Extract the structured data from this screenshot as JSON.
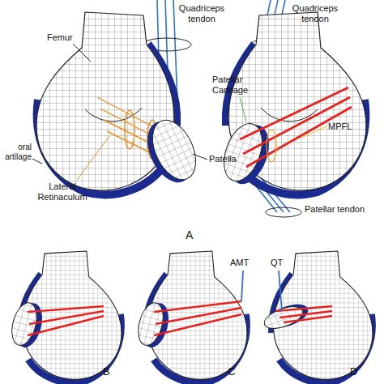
{
  "diagram": {
    "labels": [
      "Quadriceps tendon",
      "Quadriceps tendon",
      "Femur",
      "Patellar Cartilage",
      "oral artilage",
      "Lateral Retinaculum",
      "Patella",
      "MPFL",
      "Patellar tendon",
      "A",
      "B",
      "AMT",
      "C",
      "QT",
      "D"
    ]
  }
}
